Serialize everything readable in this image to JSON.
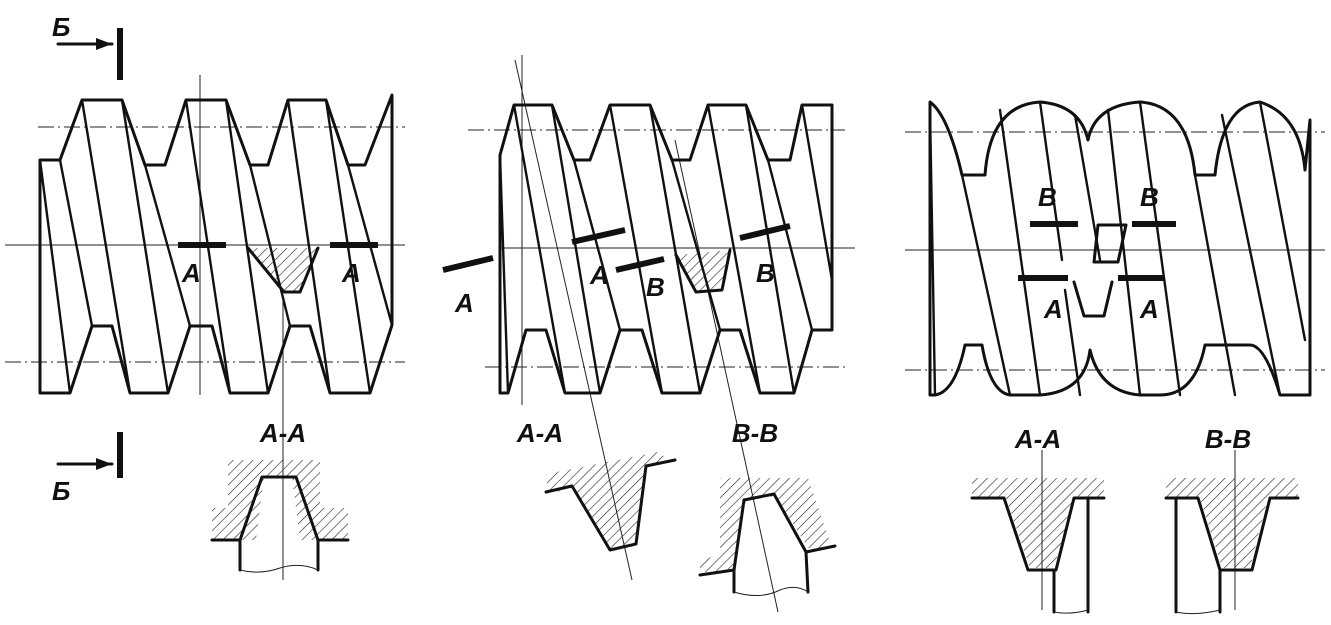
{
  "view_marker": "Б",
  "panel_left": {
    "cut_labels": [
      "A",
      "A"
    ],
    "section_title": "A-A"
  },
  "panel_middle": {
    "cut_labels": [
      "A",
      "A",
      "B",
      "B"
    ],
    "section_titles": [
      "A-A",
      "B-B"
    ]
  },
  "panel_right": {
    "cut_labels": [
      "B",
      "B",
      "A",
      "A"
    ],
    "section_titles": [
      "A-A",
      "B-B"
    ]
  }
}
